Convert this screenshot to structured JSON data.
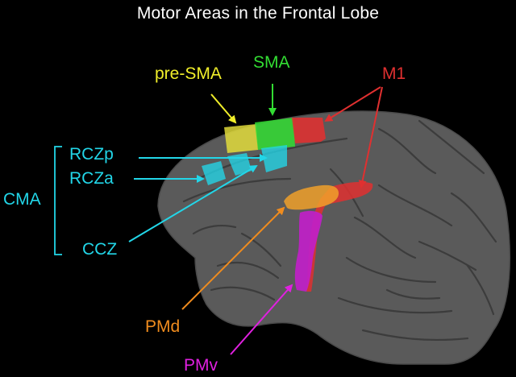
{
  "title": "Motor Areas in the Frontal Lobe",
  "labels": {
    "pre_sma": "pre-SMA",
    "sma": "SMA",
    "m1": "M1",
    "rczp": "RCZp",
    "rcza": "RCZa",
    "cma": "CMA",
    "ccz": "CCZ",
    "pmd": "PMd",
    "pmv": "PMv"
  },
  "colors": {
    "background": "#000000",
    "title": "#ffffff",
    "cortex": "#5a5a5a",
    "sulcus": "#3c3c3c",
    "pre_sma": "#f0ee2a",
    "sma": "#33dd33",
    "m1": "#e03030",
    "cingulate": "#22d6e8",
    "pmd": "#f08c1e",
    "pmv": "#e020e0"
  }
}
